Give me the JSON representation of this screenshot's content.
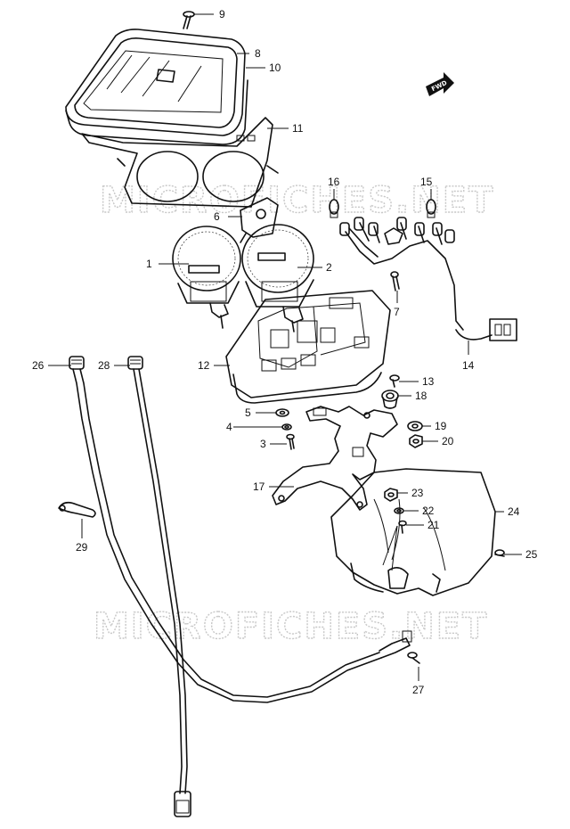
{
  "diagram": {
    "watermarks": [
      "MICROFICHES.NET",
      "MICROFICHES.NET"
    ],
    "direction_indicator": "FWD",
    "callouts": {
      "c1": "1",
      "c2": "2",
      "c3": "3",
      "c4": "4",
      "c5": "5",
      "c6": "6",
      "c7": "7",
      "c8": "8",
      "c9": "9",
      "c10": "10",
      "c11": "11",
      "c12": "12",
      "c13": "13",
      "c14": "14",
      "c15": "15",
      "c16": "16",
      "c17": "17",
      "c18": "18",
      "c19": "19",
      "c20": "20",
      "c21": "21",
      "c22": "22",
      "c23": "23",
      "c24": "24",
      "c25": "25",
      "c26": "26",
      "c27": "27",
      "c28": "28",
      "c29": "29"
    }
  }
}
